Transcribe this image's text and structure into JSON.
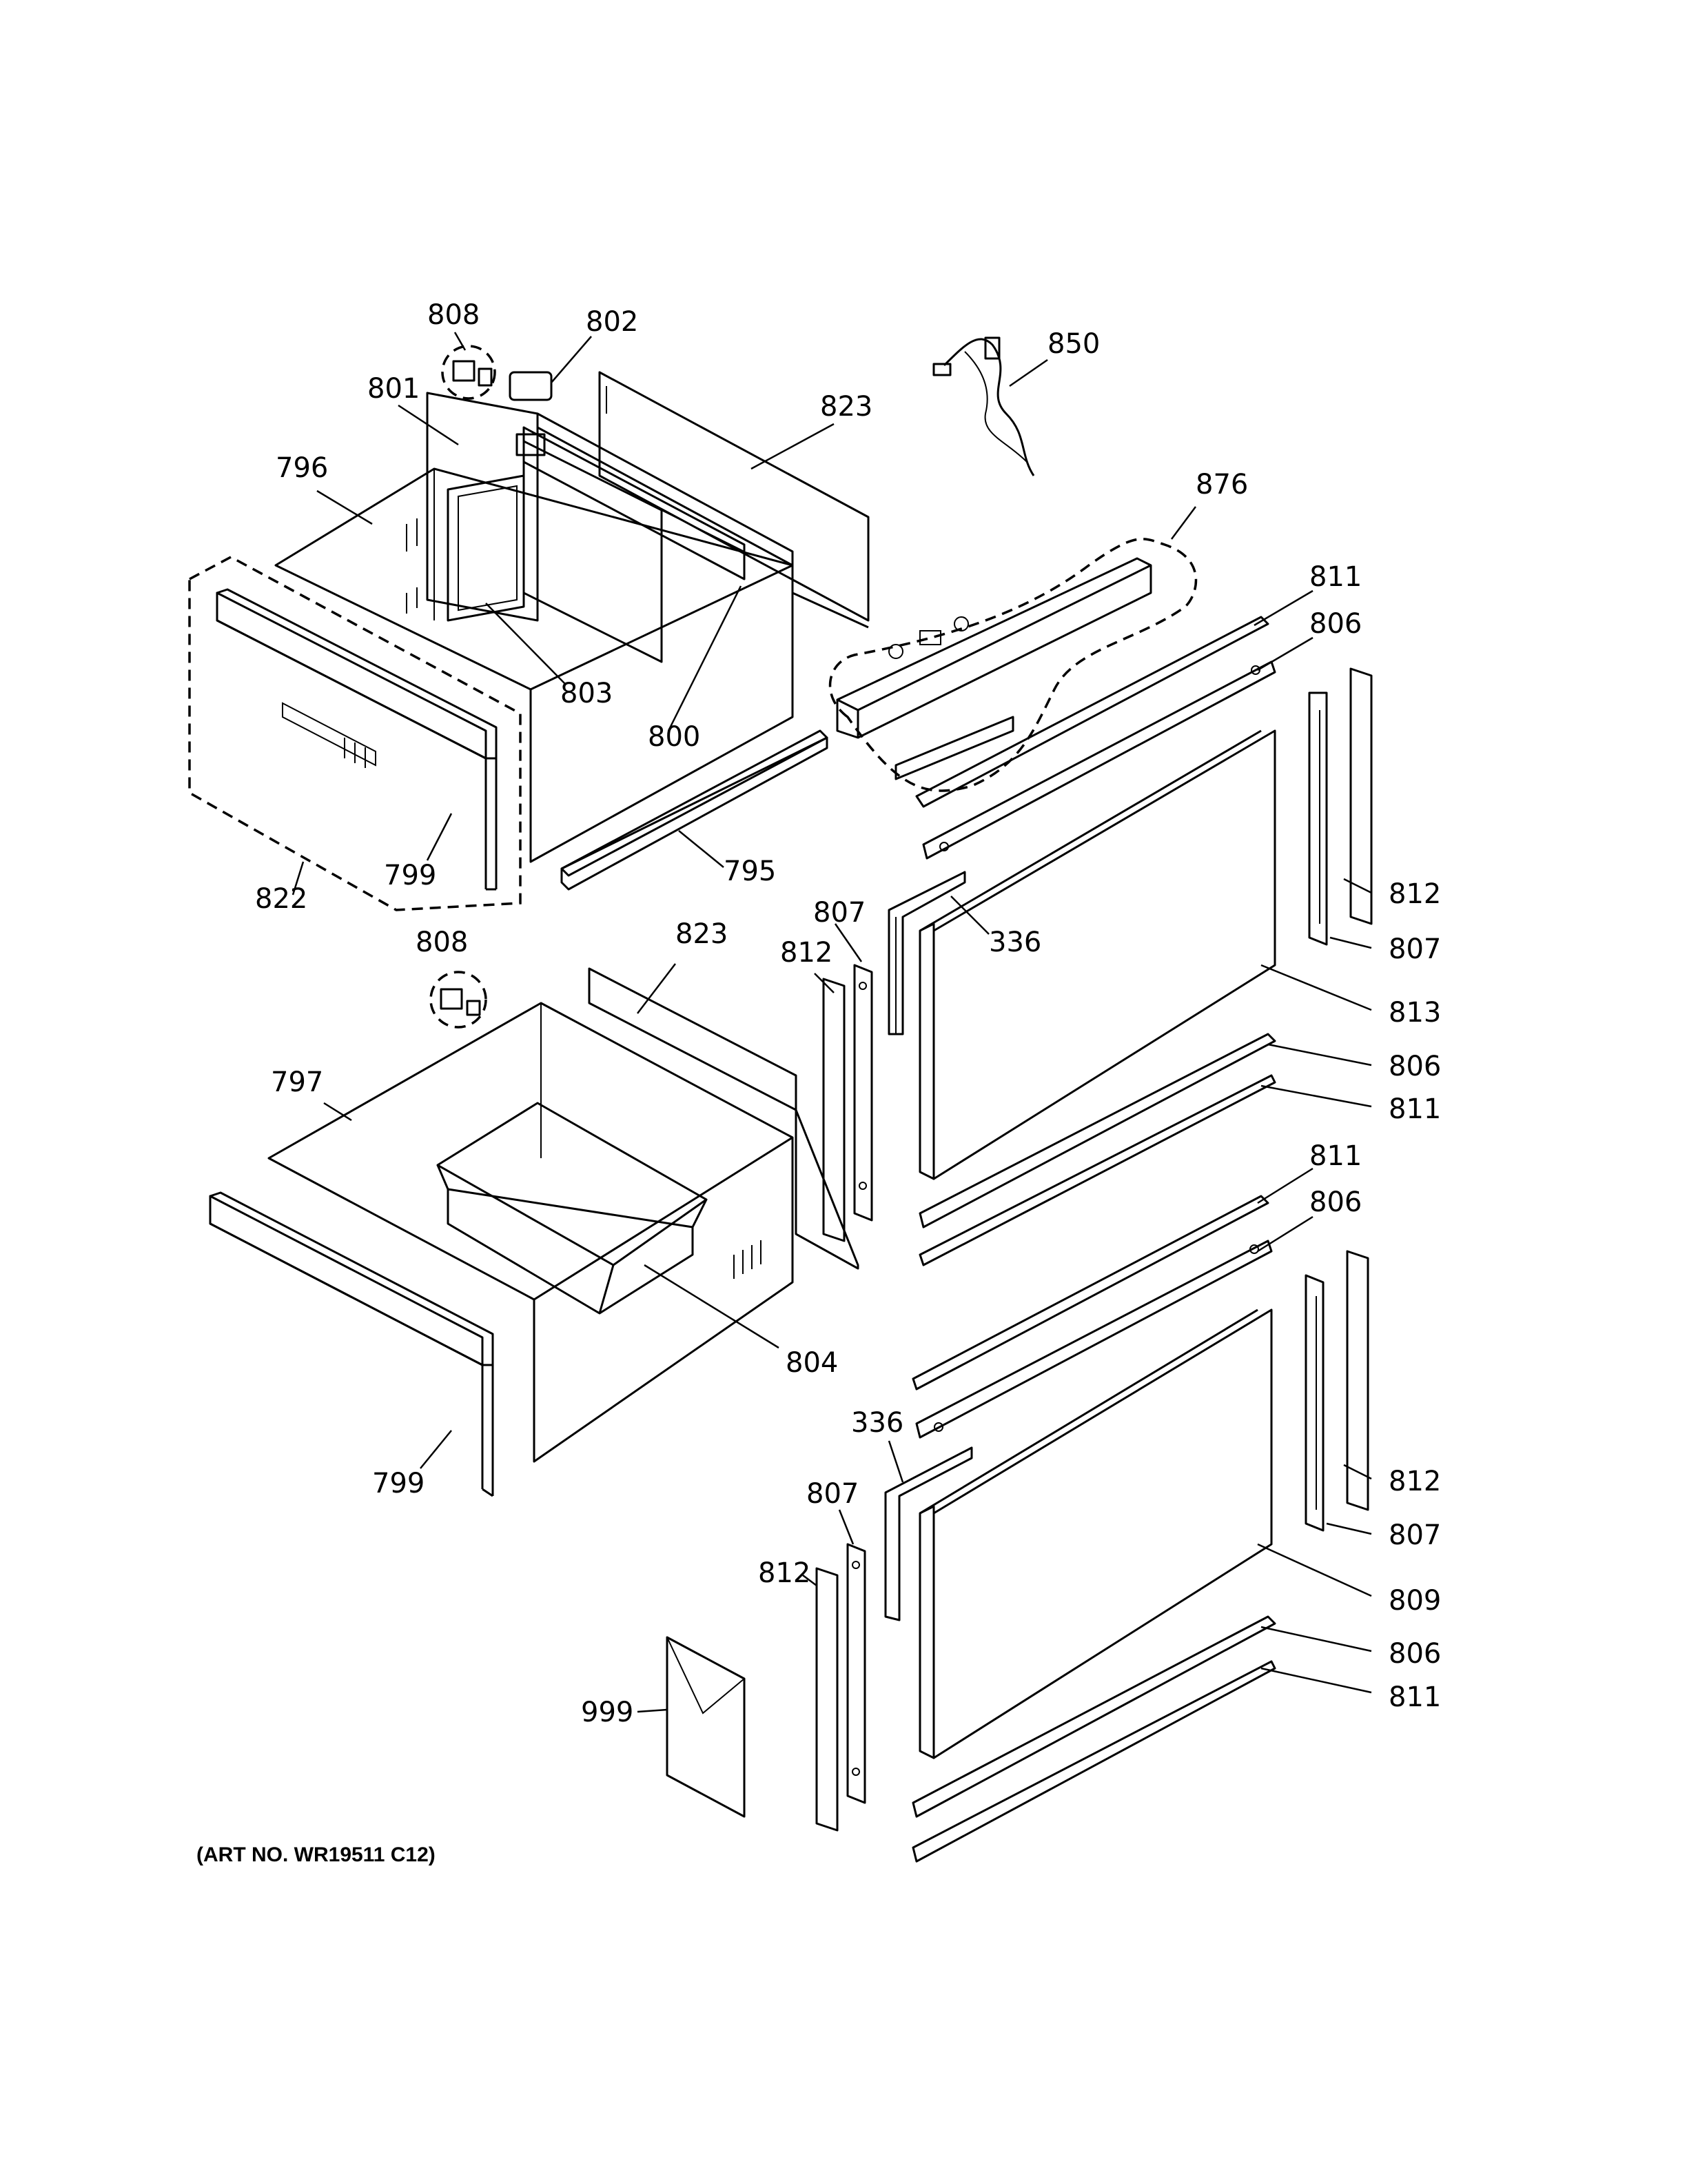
{
  "art_number": "(ART NO. WR19511 C12)",
  "labels": {
    "l808a": "808",
    "l802": "802",
    "l850": "850",
    "l801": "801",
    "l823a": "823",
    "l796": "796",
    "l876": "876",
    "l811a": "811",
    "l806a": "806",
    "l803": "803",
    "l800": "800",
    "l799a": "799",
    "l795": "795",
    "l822": "822",
    "l812a": "812",
    "l807a": "807",
    "l336a": "336",
    "l813": "813",
    "l806b": "806",
    "l811b": "811",
    "l808b": "808",
    "l823b": "823",
    "l807b": "807",
    "l812b": "812",
    "l797": "797",
    "l804": "804",
    "l811c": "811",
    "l806c": "806",
    "l799b": "799",
    "l336b": "336",
    "l807c": "807",
    "l812c": "812",
    "l812d": "812",
    "l807d": "807",
    "l809": "809",
    "l806d": "806",
    "l999": "999",
    "l811d": "811"
  }
}
